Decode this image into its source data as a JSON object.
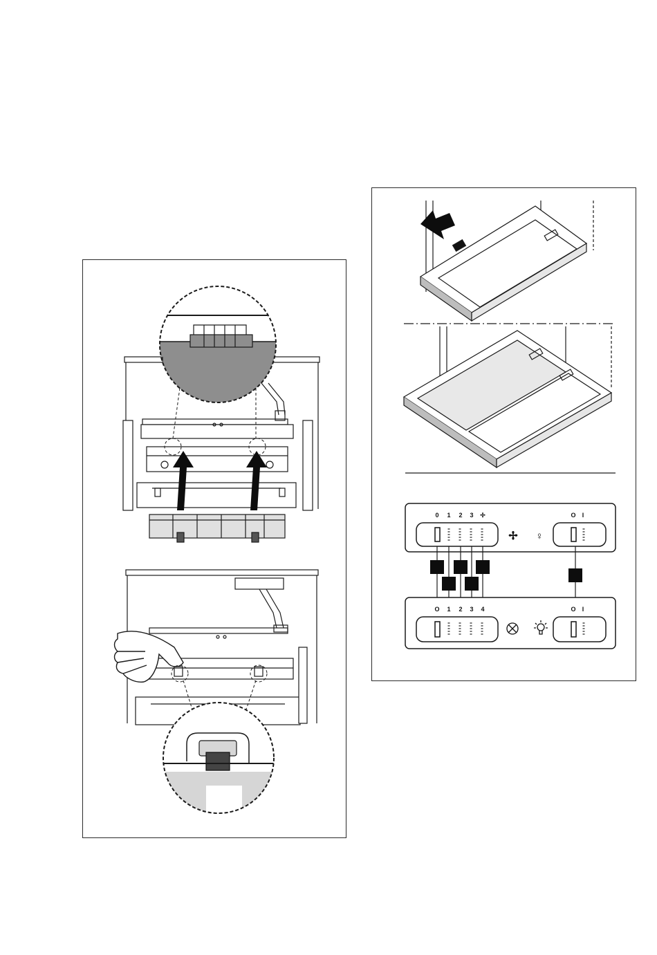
{
  "panels": {
    "left": {
      "top_scene": "Filter removal — pull grease filter downward out of hood",
      "bottom_scene": "Press filter latch to release"
    },
    "right": {
      "control_panel_top": {
        "fan_scale": [
          "0",
          "1",
          "2",
          "3",
          "✢"
        ],
        "light_scale": [
          "O",
          "I"
        ]
      },
      "control_panel_bottom": {
        "fan_scale": [
          "O",
          "1",
          "2",
          "3",
          "4"
        ],
        "light_scale": [
          "O",
          "I"
        ]
      }
    }
  },
  "colors": {
    "line": "#1a1a1a",
    "grey_fill": "#8e8e8e",
    "light_grey": "#d6d6d6",
    "dark": "#0d0d0d"
  }
}
